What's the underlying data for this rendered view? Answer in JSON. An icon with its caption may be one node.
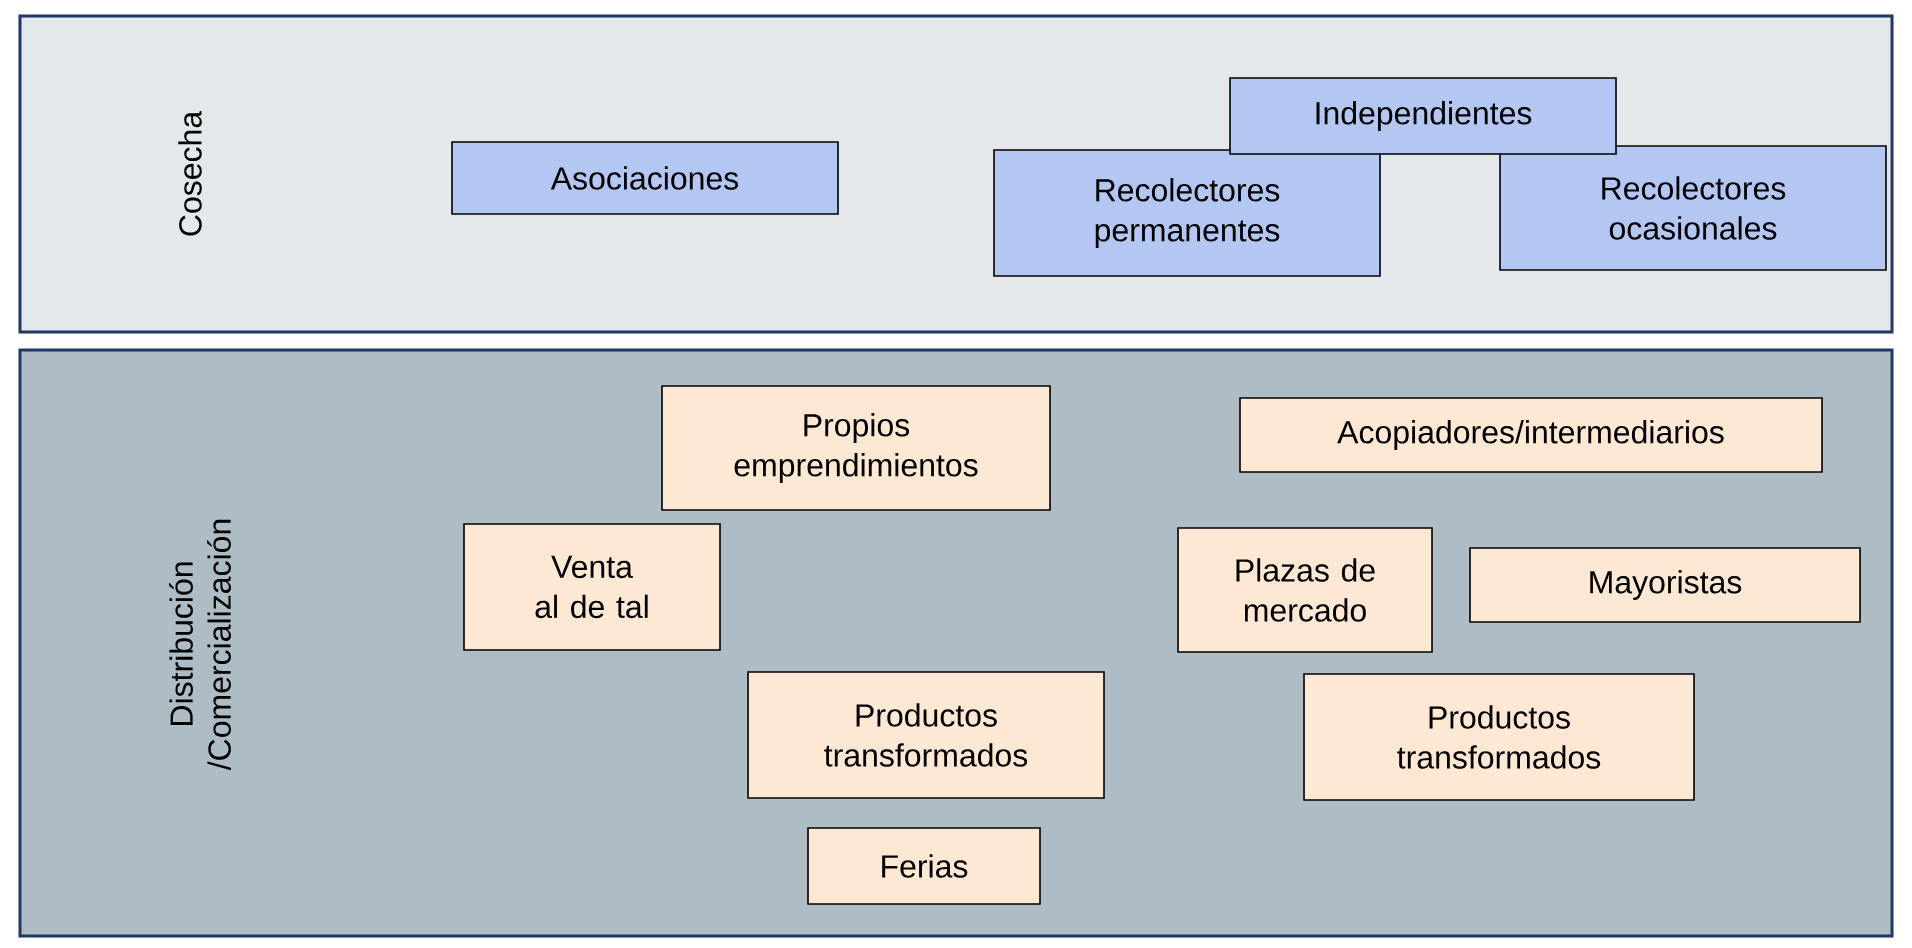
{
  "diagram": {
    "nodes": [
      {
        "text": [
          "Cosecha"
        ]
      },
      {
        "text": [
          "Asociaciones"
        ],
        "in": 0
      },
      {
        "text": [
          "Independientes"
        ],
        "in": 0
      },
      {
        "text": [
          "Recolectores permanentes"
        ],
        "in": 0
      },
      {
        "text": [
          "Recolectores ocasionales"
        ],
        "in": 0
      },
      {
        "text": [
          "Distribución /Comercialización"
        ]
      },
      {
        "text": [
          "Propios emprendimientos"
        ],
        "in": 5
      },
      {
        "text": [
          "Acopiadores/intermediarios"
        ],
        "in": 5
      },
      {
        "text": [
          "Venta al de tal"
        ],
        "in": 5
      },
      {
        "text": [
          "Plazas de mercado"
        ],
        "in": 5
      },
      {
        "text": [
          "Mayoristas"
        ],
        "in": 5
      },
      {
        "text": [
          "Productos transformados"
        ],
        "in": 5
      },
      {
        "text": [
          "Productos transformados"
        ],
        "in": 5
      },
      {
        "text": [
          "Ferias"
        ],
        "in": 5
      }
    ]
  }
}
